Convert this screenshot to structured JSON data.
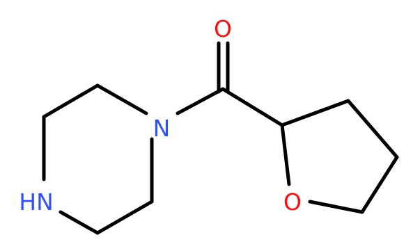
{
  "molecule": {
    "atoms": {
      "carbonyl_oxygen": {
        "label": "O",
        "color": "#ff0d0d"
      },
      "ring_oxygen": {
        "label": "O",
        "color": "#ff0d0d"
      },
      "amide_nitrogen": {
        "label": "N",
        "color": "#3050f8"
      },
      "amine_nh": {
        "label": "HN",
        "color": "#3050f8"
      }
    },
    "bond_color": "#000000"
  }
}
